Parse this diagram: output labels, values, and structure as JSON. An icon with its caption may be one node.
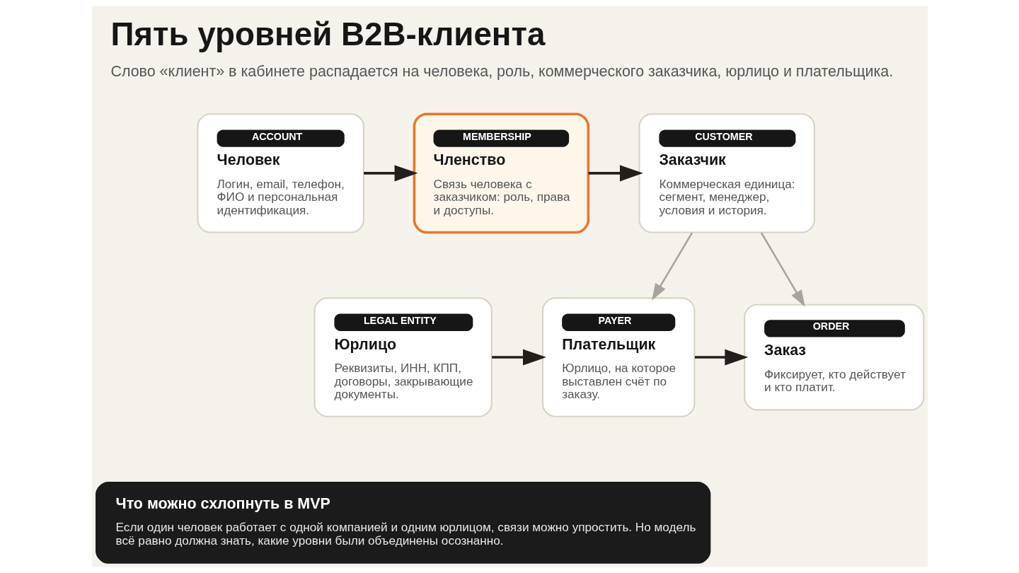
{
  "diagram": {
    "title": "Пять уровней B2B-клиента",
    "caption": "Слово «клиент» в кабинете распадается на человека, роль, коммерческого заказчика, юрлицо и плательщика.",
    "nodes": [
      {
        "text": [
          "ACCOUNT",
          "Человек",
          "Логин, email, телефон, ФИО и персональная идентификация."
        ]
      },
      {
        "text": [
          "MEMBERSHIP",
          "Членство",
          "Связь человека с заказчиком: роль, права и доступы."
        ]
      },
      {
        "text": [
          "CUSTOMER",
          "Заказчик",
          "Коммерческая единица: сегмент, менеджер, условия и история."
        ]
      },
      {
        "text": [
          "LEGAL ENTITY",
          "Юрлицо",
          "Реквизиты, ИНН, КПП, договоры, закрывающие документы."
        ]
      },
      {
        "text": [
          "PAYER",
          "Плательщик",
          "Юрлицо, на которое выставлен счёт по заказу."
        ]
      },
      {
        "text": [
          "ORDER",
          "Заказ",
          "Фиксирует, кто действует и кто платит."
        ]
      },
      {
        "text": [
          "Что можно схлопнуть в MVP",
          "Если один человек работает с одной компанией и одним юрлицом, связи можно упростить. Но модель всё равно должна знать, какие уровни были объединены осознанно."
        ]
      }
    ],
    "edges": [
      {
        "from": 0,
        "to": 1,
        "arrow": "to"
      },
      {
        "from": 1,
        "to": 2,
        "arrow": "to"
      },
      {
        "from": 2,
        "to": 4,
        "arrow": "to",
        "color": "#a8a49c"
      },
      {
        "from": 2,
        "to": 5,
        "arrow": "to",
        "color": "#a8a49c"
      },
      {
        "from": 3,
        "to": 4,
        "arrow": "to"
      },
      {
        "from": 4,
        "to": 5,
        "arrow": "to"
      }
    ]
  }
}
